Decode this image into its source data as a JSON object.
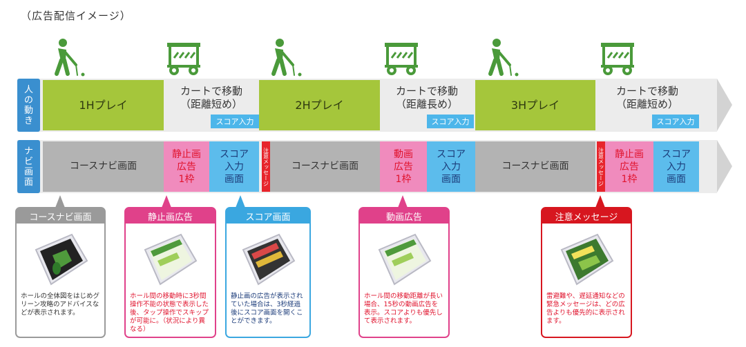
{
  "title": "（広告配信イメージ）",
  "row1_label": [
    "人",
    "の",
    "動",
    "き"
  ],
  "row2_label": [
    "ナ",
    "ビ",
    "画",
    "面"
  ],
  "people": {
    "h1": "1Hプレイ",
    "move1": [
      "カートで移動",
      "（距離短め）"
    ],
    "score_tag1": "スコア入力",
    "h2": "2Hプレイ",
    "move2": [
      "カートで移動",
      "（距離長め）"
    ],
    "score_tag2": "スコア入力",
    "h3": "3Hプレイ",
    "move3": [
      "カートで移動",
      "（距離短め）"
    ],
    "score_tag3": "スコア入力"
  },
  "navi": {
    "course1": "コースナビ画面",
    "static_ad1": [
      "静止画",
      "広告",
      "1枠"
    ],
    "score1": [
      "スコア",
      "入力",
      "画面"
    ],
    "notice1": "注意メッセージ",
    "course2": "コースナビ画面",
    "video_ad": [
      "動画",
      "広告",
      "1枠"
    ],
    "score2": [
      "スコア",
      "入力",
      "画面"
    ],
    "course3": "コースナビ画面",
    "notice2": "注意メッセージ",
    "static_ad2": [
      "静止画",
      "広告",
      "1枠"
    ],
    "score3": [
      "スコア",
      "入力",
      "画面"
    ]
  },
  "callouts": [
    {
      "title": "コースナビ画面",
      "desc": "ホールの全体図をはじめグリーン攻略のアドバイスなどが表示されます。"
    },
    {
      "title": "静止画広告",
      "desc": "ホール間の移動時に3秒間操作不能の状態で表示した後、タップ操作でスキップが可能に。（状況により異なる）"
    },
    {
      "title": "スコア画面",
      "desc": "静止画の広告が表示されていた場合は、3秒経過後にスコア画面を開くことができます。"
    },
    {
      "title": "動画広告",
      "desc": "ホール間の移動距離が長い場合、15秒の動画広告を表示。スコアよりも優先して表示されます。"
    },
    {
      "title": "注意メッセージ",
      "desc": "雷避難や、遅延通知などの緊急メッセージは、どの広告よりも優先的に表示されます。"
    }
  ],
  "colors": {
    "golf_green": "#4a9a3a",
    "play_green": "#a5c63b",
    "navi_gray": "#b3b3b3",
    "ad_pink": "#f08bbd",
    "score_blue": "#5cbcec",
    "notice_red": "#e7242b",
    "label_blue": "#3a8fcf"
  }
}
